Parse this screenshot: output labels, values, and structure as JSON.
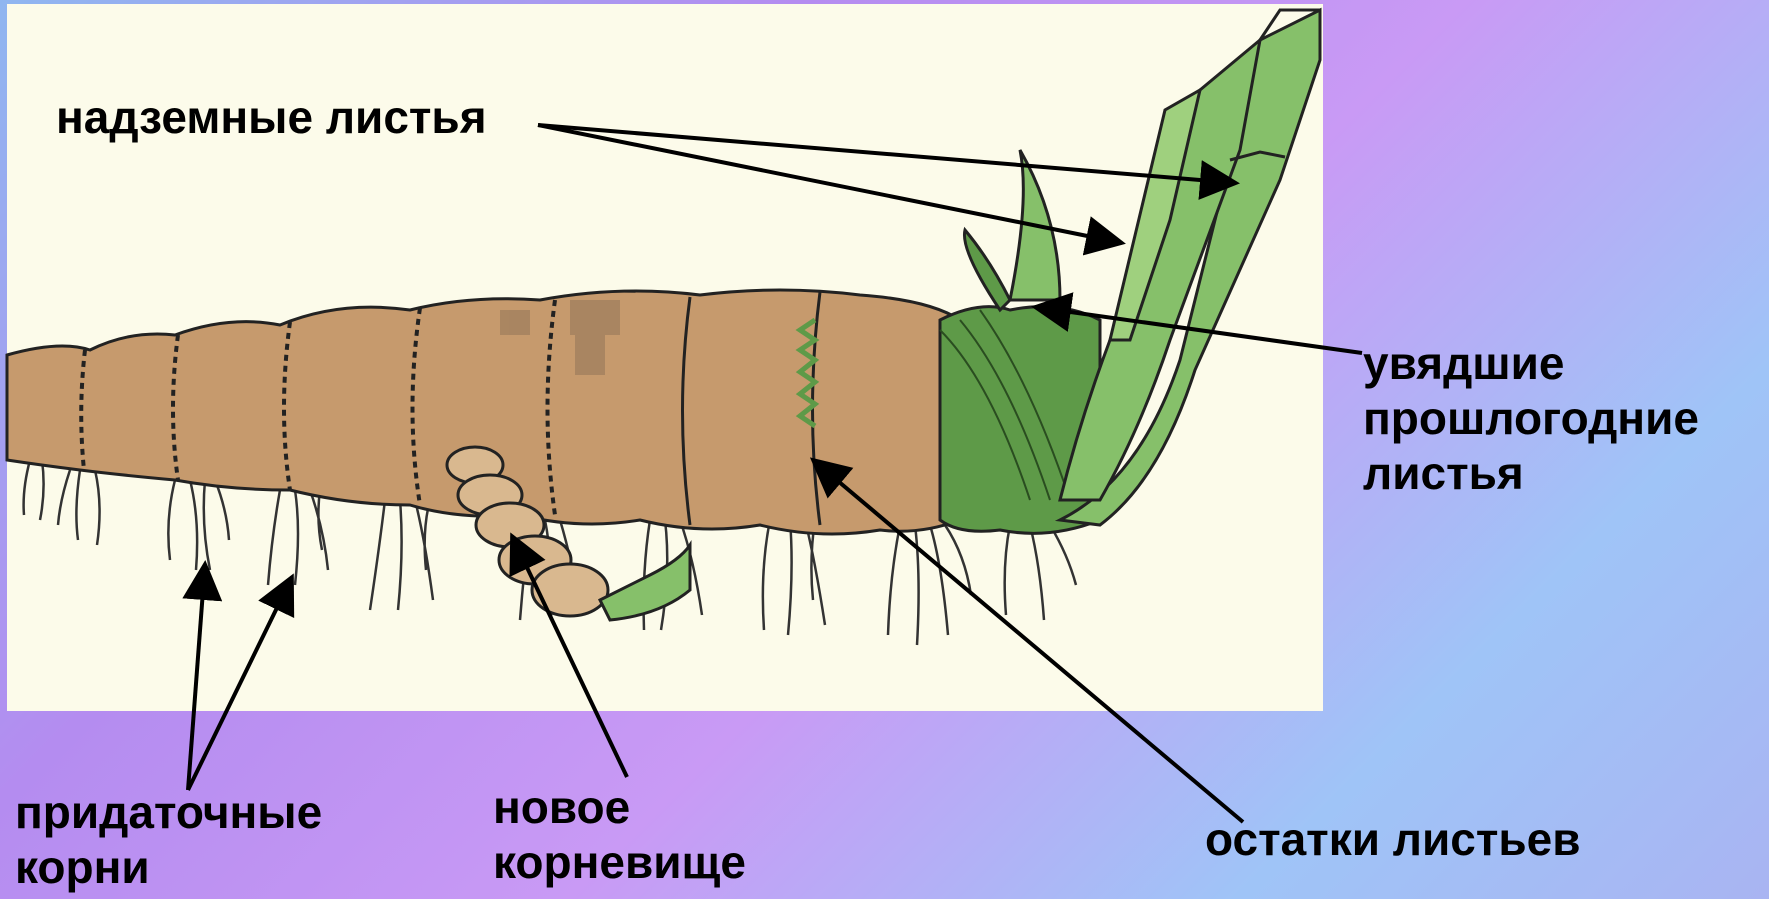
{
  "diagram": {
    "labels": {
      "aboveground_leaves": "надземные листья",
      "withered_leaves": "увядшие\nпрошлогодние\nлистья",
      "adventitious_roots": "придаточные\nкорни",
      "new_rhizome": "новое\n корневище",
      "leaf_remains": "остатки листьев"
    },
    "colors": {
      "rhizome": "#c69a6d",
      "leaf_green": "#86c06a",
      "dark_green": "#5e9a48",
      "background_panel": "#fcfbea",
      "arrow": "#000000"
    }
  }
}
